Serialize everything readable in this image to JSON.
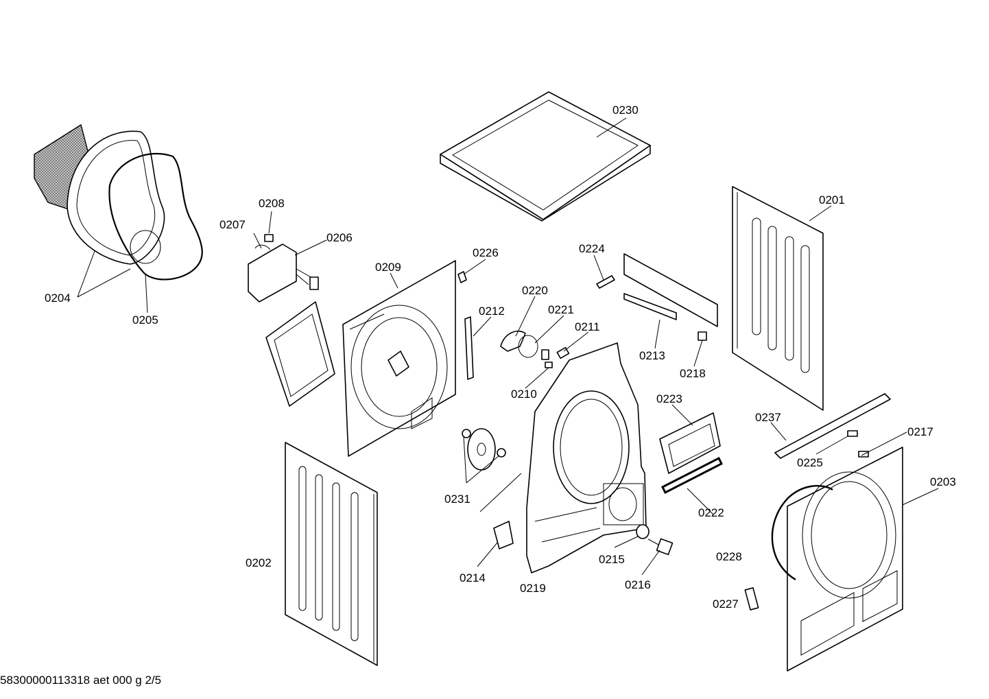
{
  "labels": {
    "p0201": "0201",
    "p0202": "0202",
    "p0203": "0203",
    "p0204": "0204",
    "p0205": "0205",
    "p0206": "0206",
    "p0207": "0207",
    "p0208": "0208",
    "p0209": "0209",
    "p0210": "0210",
    "p0211": "0211",
    "p0212": "0212",
    "p0213": "0213",
    "p0214": "0214",
    "p0215": "0215",
    "p0216": "0216",
    "p0217": "0217",
    "p0218": "0218",
    "p0219": "0219",
    "p0220": "0220",
    "p0221": "0221",
    "p0222": "0222",
    "p0223": "0223",
    "p0224": "0224",
    "p0225": "0225",
    "p0226": "0226",
    "p0227": "0227",
    "p0228": "0228",
    "p0230": "0230",
    "p0231": "0231",
    "p0237": "0237"
  },
  "footer": "58300000113318 aet 000 g 2/5",
  "colors": {
    "line": "#000000",
    "background": "#ffffff",
    "filter_mesh": "#9a9a9a"
  }
}
